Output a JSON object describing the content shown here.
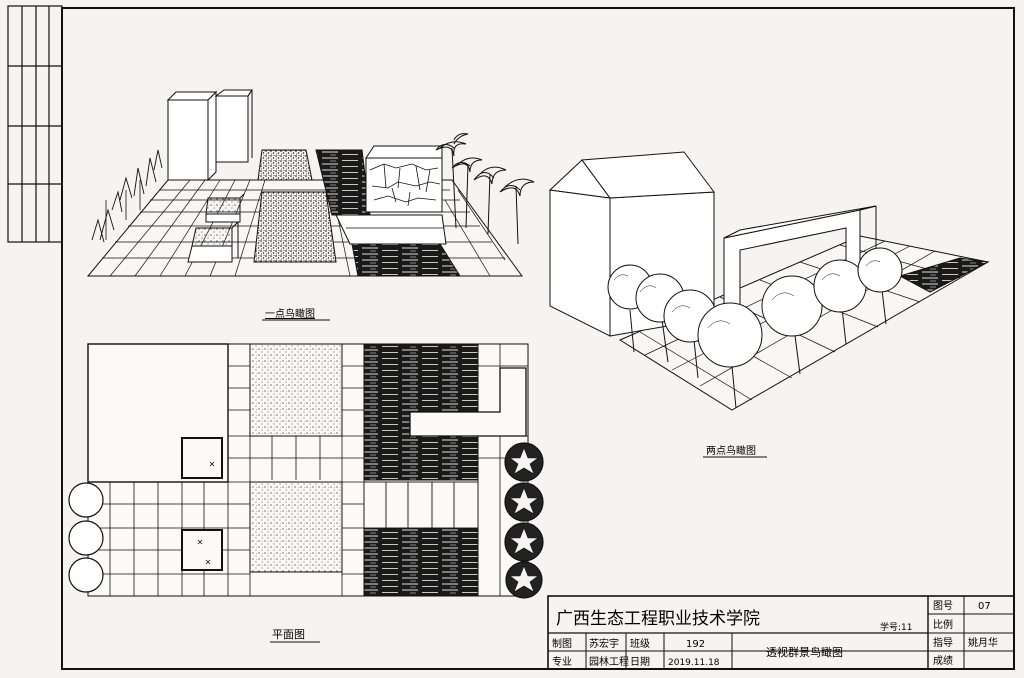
{
  "drawing_sheet": {
    "view_captions": {
      "one_point": "一点鸟瞰图",
      "two_point": "两点鸟瞰图",
      "plan": "平面图"
    },
    "title_block": {
      "school_name": "广西生态工程职业技术学院",
      "student_no": "学号:11",
      "drawing_title": "透视群景鸟瞰图",
      "drawn_by_label": "制图",
      "drawn_by_value": "苏宏宇",
      "class_label": "班级",
      "class_value": "192",
      "major_label": "专业",
      "major_value": "园林工程",
      "date_label": "日期",
      "date_value": "2019.11.18",
      "sheet_no_label": "图号",
      "sheet_no_value": "07",
      "scale_label": "比例",
      "scale_value": "",
      "instructor_label": "指导",
      "instructor_value": "姚月华",
      "grade_label": "成绩",
      "grade_value": ""
    }
  }
}
